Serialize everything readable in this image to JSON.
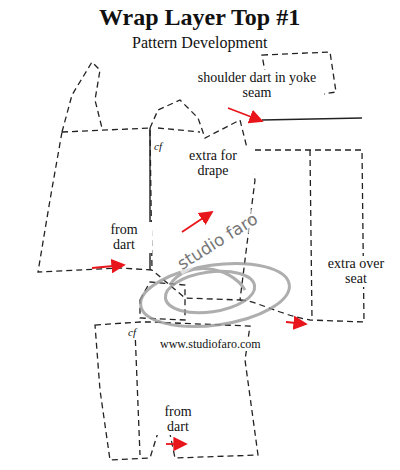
{
  "diagram": {
    "title": "Wrap Layer Top #1",
    "labels": [
      "Pattern Development",
      "shoulder dart in yoke seam",
      "extra for drape",
      "from dart",
      "extra over seat",
      "from dart",
      "cf",
      "cf",
      "studio faro",
      "www.studiofaro.com"
    ]
  }
}
